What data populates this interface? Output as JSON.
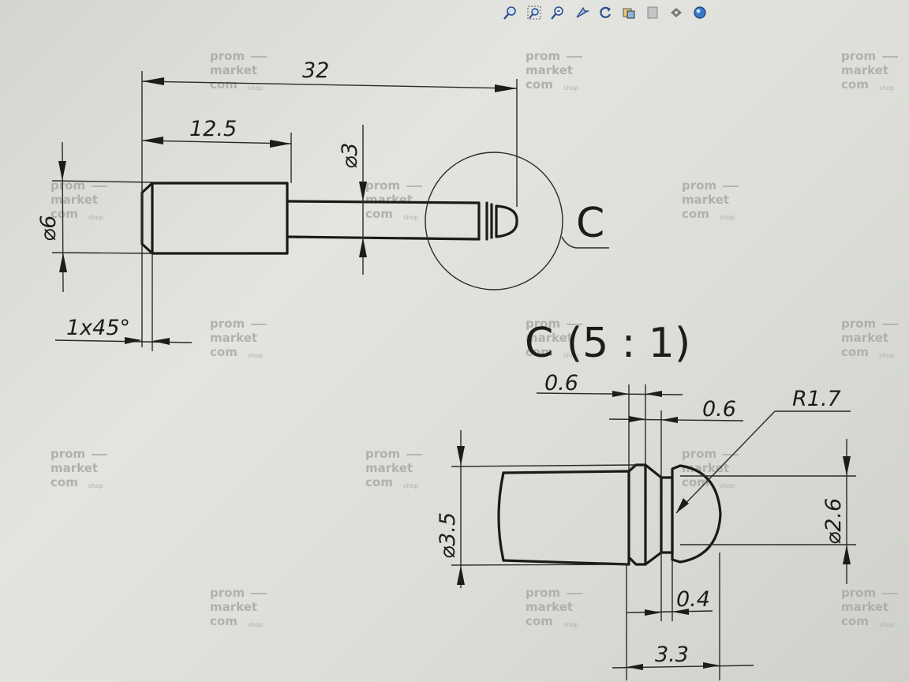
{
  "toolbar": {
    "icons": [
      "zoom-to-fit-icon",
      "zoom-area-icon",
      "zoom-in-out-icon",
      "select-icon",
      "rotate-icon",
      "display-style-icon",
      "hide-show-icon",
      "section-view-icon",
      "appearance-icon"
    ]
  },
  "main_view": {
    "dims": {
      "overall_length": "32",
      "body_length": "12.5",
      "pin_diameter": "⌀3",
      "body_diameter": "⌀6",
      "chamfer": "1x45°"
    },
    "detail_callout": "C"
  },
  "detail_view": {
    "title": "C (5 : 1)",
    "dims": {
      "collar_width": "0.6",
      "gap_width": "0.6",
      "radius": "R1.7",
      "shaft_diameter": "⌀3.5",
      "head_diameter": "⌀2.6",
      "neck_width": "0.4",
      "tip_length": "3.3"
    }
  },
  "watermark": {
    "line1": "prom",
    "line2": "market",
    "line3": "com",
    "small": "shop"
  }
}
